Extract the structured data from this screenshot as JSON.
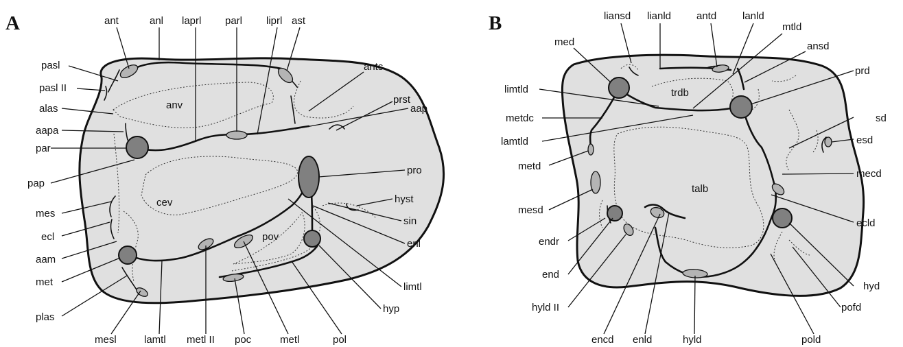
{
  "panels": [
    {
      "letter": "A",
      "region_labels": {
        "anterior_valley": "anv",
        "central_valley": "cev",
        "posterior_valley": "pov"
      },
      "labels": {
        "ant": "ant",
        "anl": "anl",
        "laprl": "laprl",
        "parl": "parl",
        "liprl": "liprl",
        "ast": "ast",
        "ants": "ants",
        "prst": "prst",
        "pasl": "pasl",
        "pasl_ii": "pasl II",
        "alas": "alas",
        "aapa": "aapa",
        "par": "par",
        "pap": "pap",
        "mes": "mes",
        "ecl": "ecl",
        "aam": "aam",
        "met": "met",
        "plas": "plas",
        "mesl": "mesl",
        "lamtl": "lamtl",
        "metl_ii": "metl II",
        "poc": "poc",
        "metl": "metl",
        "pol": "pol",
        "aap": "aap",
        "pro": "pro",
        "hyst": "hyst",
        "sin": "sin",
        "enl": "enl",
        "limtl": "limtl",
        "hyp": "hyp"
      }
    },
    {
      "letter": "B",
      "region_labels": {
        "trigonid_basin": "trdb",
        "talonid_basin": "talb"
      },
      "labels": {
        "liansd": "liansd",
        "lianld": "lianld",
        "antd": "antd",
        "lanld": "lanld",
        "mtld": "mtld",
        "ansd": "ansd",
        "med": "med",
        "prd": "prd",
        "limtld": "limtld",
        "metdc": "metdc",
        "sd": "sd",
        "lamtld": "lamtld",
        "esd": "esd",
        "metd": "metd",
        "mecd": "mecd",
        "mesd": "mesd",
        "ecld": "ecld",
        "endr": "endr",
        "end": "end",
        "hyd": "hyd",
        "hyld_ii": "hyld II",
        "pofd": "pofd",
        "encd": "encd",
        "enld": "enld",
        "hyld": "hyld",
        "pold": "pold"
      }
    }
  ]
}
